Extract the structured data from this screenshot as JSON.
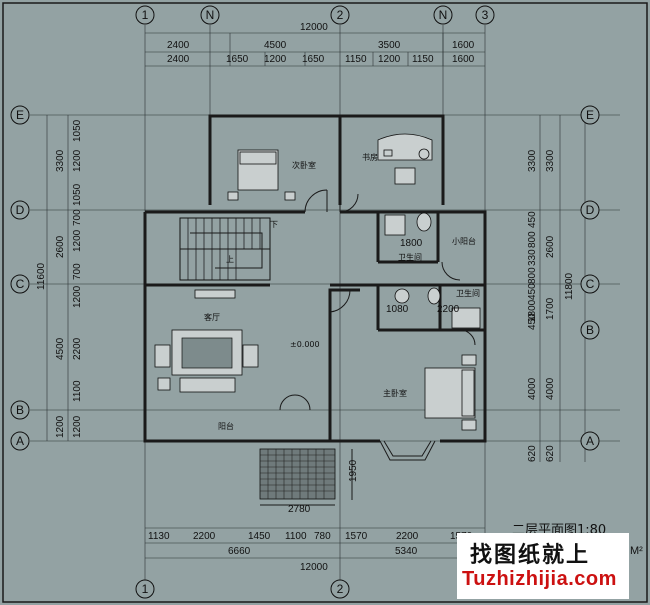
{
  "title": "二层平面图1:80",
  "unit_mark": "M²",
  "watermark": {
    "cn": "找图纸就上",
    "en": "Tuzhizhijia.com"
  },
  "axes_top": [
    "1",
    "N",
    "2",
    "N",
    "3"
  ],
  "axes_bottom": [
    "1",
    "2"
  ],
  "axes_left": [
    "E",
    "D",
    "C",
    "B",
    "A"
  ],
  "axes_right": [
    "E",
    "D",
    "C",
    "B",
    "A"
  ],
  "dims": {
    "top_total": "12000",
    "top_row1": [
      "2400",
      "4500",
      "3500",
      "1600"
    ],
    "top_row2": [
      "2400",
      "1650",
      "1200",
      "1650",
      "1150",
      "1200",
      "1150",
      "1600"
    ],
    "bottom_row1": [
      "1130",
      "2200",
      "1450",
      "1100",
      "780",
      "1570",
      "2200",
      "1570"
    ],
    "bottom_row2": [
      "6660",
      "5340"
    ],
    "bottom_total": "12000",
    "left_total": "11600",
    "left_row1": [
      "3300",
      "2600",
      "4500",
      "1200"
    ],
    "left_row2": [
      "1050",
      "1200",
      "1050",
      "700",
      "1200",
      "700",
      "1200",
      "2200",
      "1100",
      "1200"
    ],
    "right_total": "11800",
    "right_row1": [
      "3300",
      "2600",
      "1700",
      "4000",
      "620"
    ],
    "right_row2": [
      "3300",
      "450",
      "800",
      "330",
      "800",
      "450",
      "1800",
      "450",
      "800",
      "450",
      "4000",
      "620"
    ],
    "inner": {
      "d1800": "1800",
      "d1080": "1080",
      "d2200": "2200",
      "d2780": "2780",
      "d1950": "1950",
      "level": "±0.000"
    }
  },
  "rooms": {
    "guest_bedroom": "次卧室",
    "study": "书房",
    "stair_down": "下",
    "stair_up": "上",
    "toilet": "卫生间",
    "balcony_small": "小阳台",
    "bath": "卫生间",
    "living": "客厅",
    "master_bedroom": "主卧室",
    "terrace": "阳台"
  }
}
